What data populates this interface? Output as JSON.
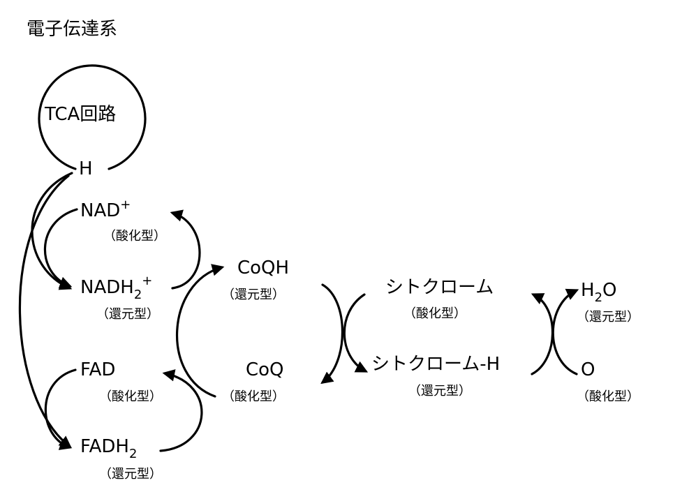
{
  "title": "電子伝達系",
  "tca": {
    "label": "TCA回路",
    "h": "H"
  },
  "nad": {
    "label": "NAD",
    "sup": "+",
    "state": "（酸化型）"
  },
  "nadh": {
    "label": "NADH",
    "sub": "2",
    "sup": "+",
    "state": "（還元型）"
  },
  "fad": {
    "label": "FAD",
    "state": "（酸化型）"
  },
  "fadh": {
    "label": "FADH",
    "sub": "2",
    "state": "（還元型）"
  },
  "coqh": {
    "label": "CoQH",
    "state": "（還元型）"
  },
  "coq": {
    "label": "CoQ",
    "state": "（酸化型）"
  },
  "cyt_ox": {
    "label": "シトクローム",
    "state": "（酸化型）"
  },
  "cyt_red": {
    "label": "シトクローム-H",
    "state": "（還元型）"
  },
  "h2o": {
    "label": "H",
    "sub": "2",
    "tail": "O",
    "state": "（還元型）"
  },
  "o": {
    "label": "O",
    "state": "（酸化型）"
  }
}
